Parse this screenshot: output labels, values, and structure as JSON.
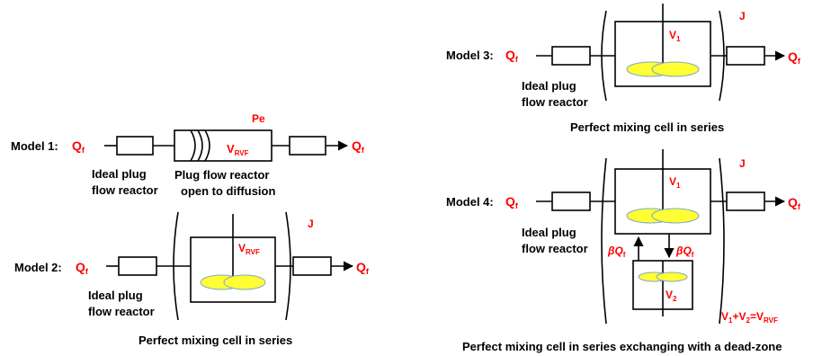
{
  "models": {
    "m1": {
      "label": "Model 1:",
      "flow_in": "Q",
      "flow_in_sub": "f",
      "flow_out": "Q",
      "flow_out_sub": "f",
      "ideal_line1": "Ideal plug",
      "ideal_line2": "flow reactor",
      "pfr_line1": "Plug flow reactor",
      "pfr_line2": "open to diffusion",
      "param": "Pe",
      "volume": "V",
      "volume_sub": "RVF"
    },
    "m2": {
      "label": "Model 2:",
      "flow_in": "Q",
      "flow_in_sub": "f",
      "flow_out": "Q",
      "flow_out_sub": "f",
      "ideal_line1": "Ideal plug",
      "ideal_line2": "flow reactor",
      "volume": "V",
      "volume_sub": "RVF",
      "param": "J",
      "caption": "Perfect mixing cell in series"
    },
    "m3": {
      "label": "Model 3:",
      "flow_in": "Q",
      "flow_in_sub": "f",
      "flow_out": "Q",
      "flow_out_sub": "f",
      "ideal_line1": "Ideal plug",
      "ideal_line2": "flow reactor",
      "volume": "V",
      "volume_sub": "1",
      "param": "J",
      "caption": "Perfect mixing cell in series"
    },
    "m4": {
      "label": "Model 4:",
      "flow_in": "Q",
      "flow_in_sub": "f",
      "flow_out": "Q",
      "flow_out_sub": "f",
      "ideal_line1": "Ideal plug",
      "ideal_line2": "flow reactor",
      "volume1": "V",
      "volume1_sub": "1",
      "volume2": "V",
      "volume2_sub": "2",
      "exchange_left": "βQ",
      "exchange_left_sub": "f",
      "exchange_right": "βQ",
      "exchange_right_sub": "f",
      "param": "J",
      "sum_v1": "V",
      "sum_v1_sub": "1",
      "sum_plus": "+",
      "sum_v2": "V",
      "sum_v2_sub": "2",
      "sum_eq": "=",
      "sum_v": "V",
      "sum_v_sub": "RVF",
      "caption": "Perfect mixing cell in series exchanging with a dead-zone"
    }
  },
  "colors": {
    "accent": "#ff0000",
    "impeller": "#ffff33",
    "impeller_edge": "#7fa7c9",
    "line": "#000000"
  }
}
